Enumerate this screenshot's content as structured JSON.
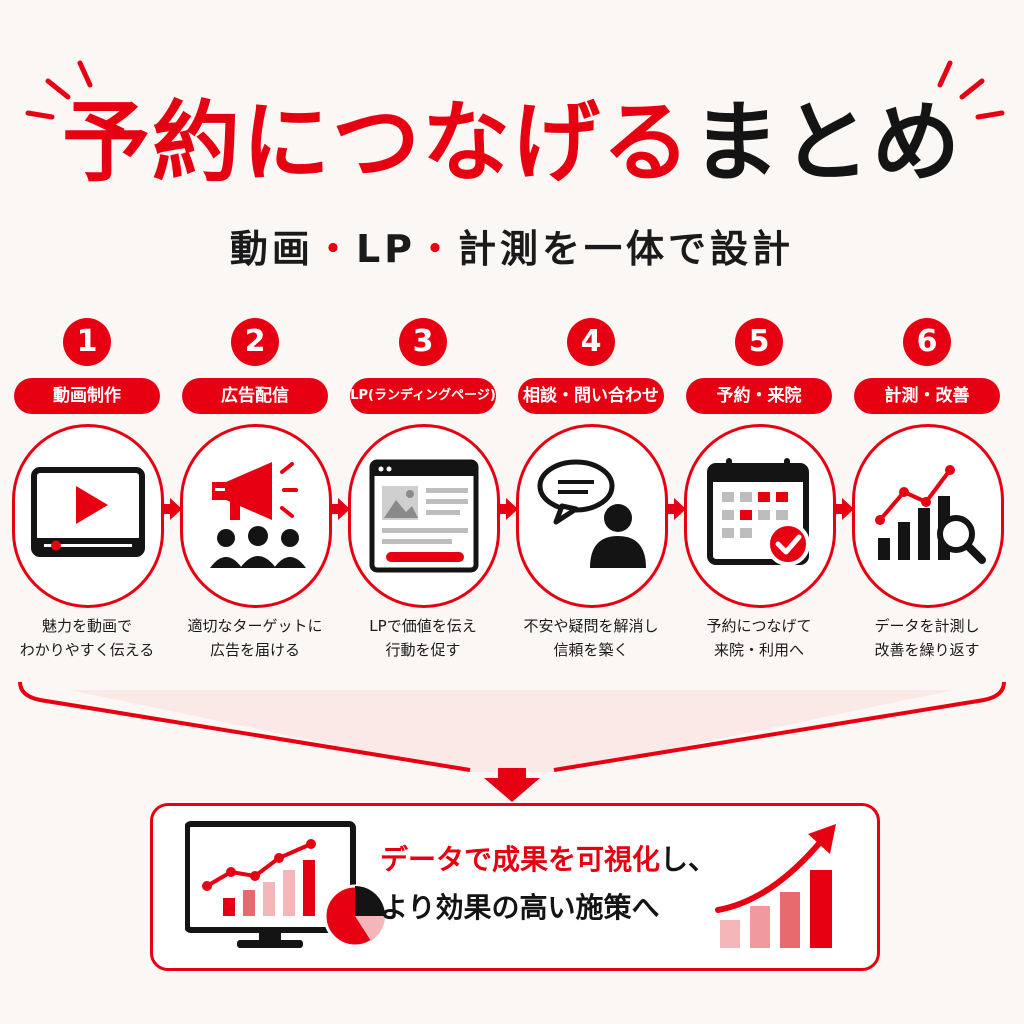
{
  "title": {
    "red_part": "予約につなげる",
    "black_part": "まとめ"
  },
  "subtitle": {
    "part1": "動画",
    "sep": "・",
    "part2": "LP",
    "part3": "計測を一体で設計"
  },
  "steps": [
    {
      "number": "1",
      "label": "動画制作",
      "desc_line1": "魅力を動画で",
      "desc_line2": "わかりやすく伝える"
    },
    {
      "number": "2",
      "label": "広告配信",
      "desc_line1": "適切なターゲットに",
      "desc_line2": "広告を届ける"
    },
    {
      "number": "3",
      "label": "LP(ランディングページ)",
      "desc_line1": "LPで価値を伝え",
      "desc_line2": "行動を促す"
    },
    {
      "number": "4",
      "label": "相談・問い合わせ",
      "desc_line1": "不安や疑問を解消し",
      "desc_line2": "信頼を築く"
    },
    {
      "number": "5",
      "label": "予約・来院",
      "desc_line1": "予約につなげて",
      "desc_line2": "来院・利用へ"
    },
    {
      "number": "6",
      "label": "計測・改善",
      "desc_line1": "データを計測し",
      "desc_line2": "改善を繰り返す"
    }
  ],
  "result": {
    "line1_red": "データで成果を可視化",
    "line1_black": "し、",
    "line2": "より効果の高い施策へ"
  },
  "colors": {
    "accent": "#e60012",
    "dark": "#141414",
    "pink": "#f4b6b8"
  }
}
